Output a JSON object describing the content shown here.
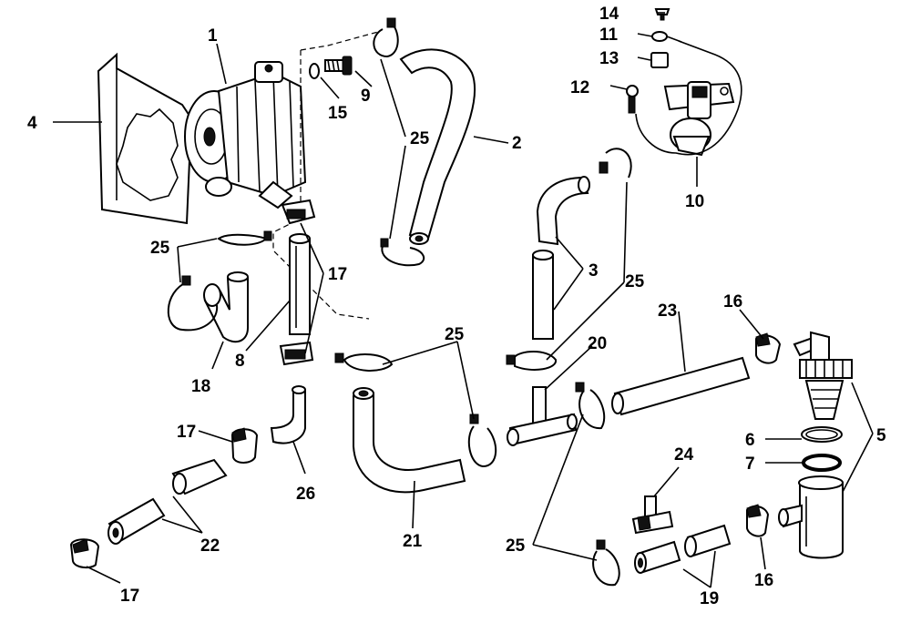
{
  "callouts": {
    "c1": "1",
    "c2": "2",
    "c3": "3",
    "c4": "4",
    "c5": "5",
    "c6": "6",
    "c7": "7",
    "c8": "8",
    "c9": "9",
    "c10": "10",
    "c11": "11",
    "c12": "12",
    "c13": "13",
    "c14": "14",
    "c15": "15",
    "c16a": "16",
    "c16b": "16",
    "c17a": "17",
    "c17b": "17",
    "c17c": "17",
    "c18": "18",
    "c19": "19",
    "c20": "20",
    "c21": "21",
    "c22": "22",
    "c23": "23",
    "c24": "24",
    "c25a": "25",
    "c25b": "25",
    "c25c": "25",
    "c25d": "25",
    "c25e": "25",
    "c26": "26"
  }
}
